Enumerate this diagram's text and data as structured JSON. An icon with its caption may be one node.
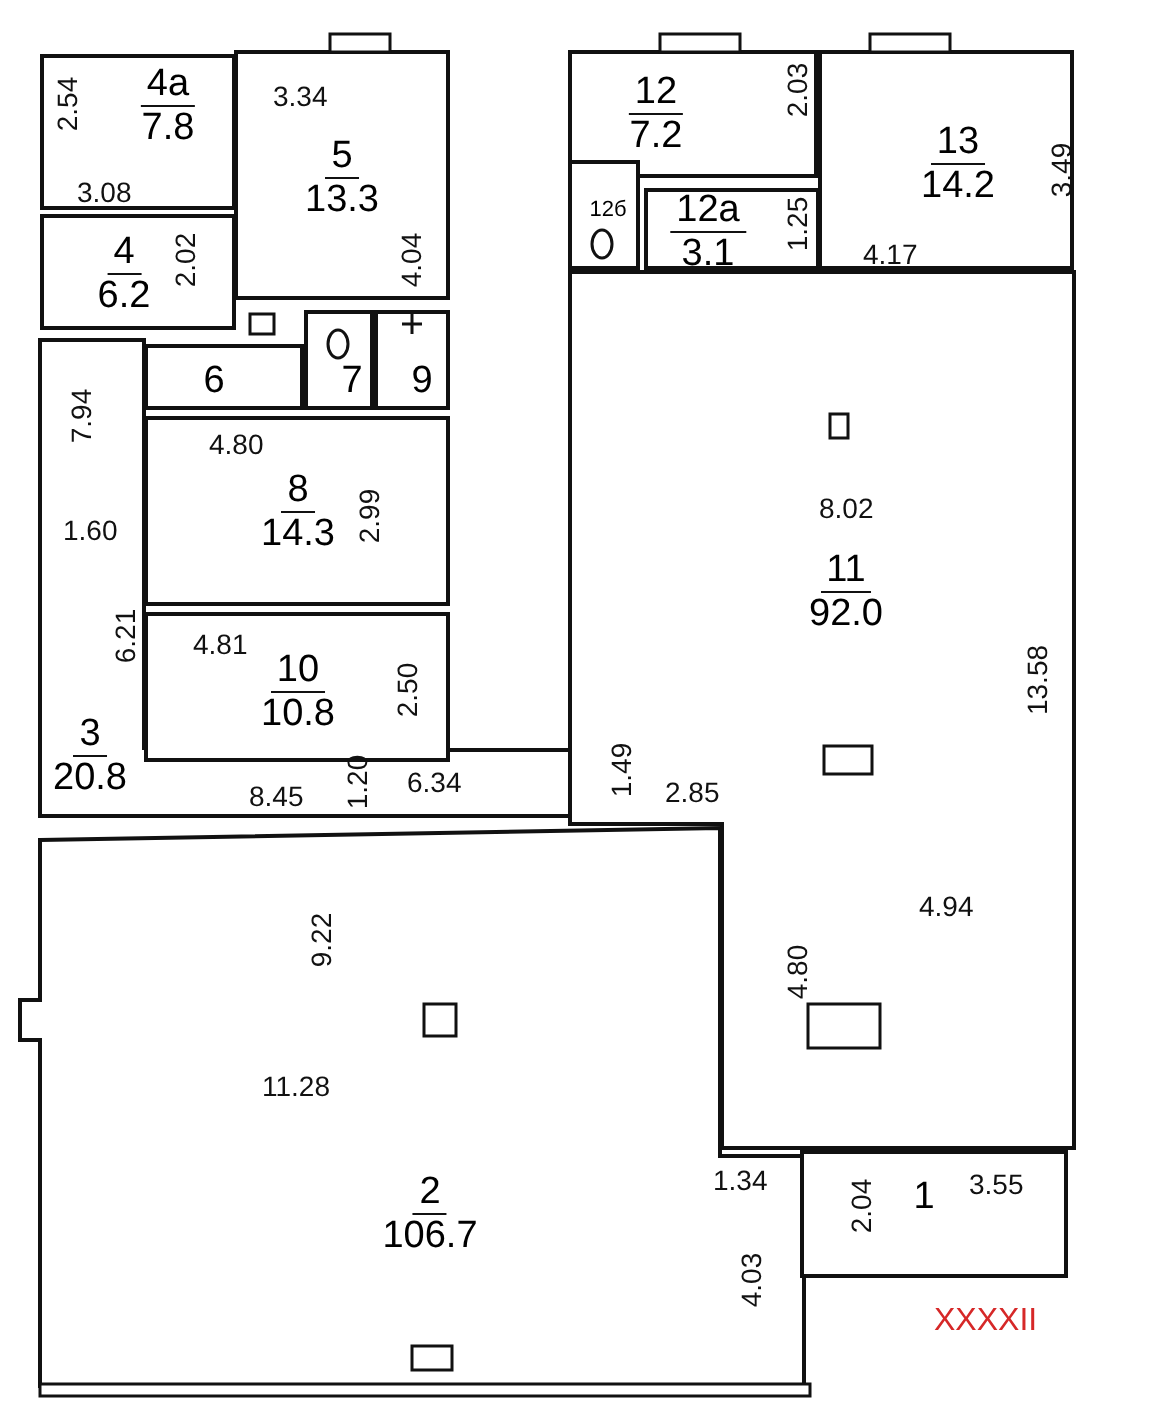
{
  "diagram": {
    "nodes": [
      {
        "text": [
          "4а",
          "7.8"
        ]
      },
      {
        "text": [
          "5",
          "13.3"
        ]
      },
      {
        "text": [
          "4",
          "6.2"
        ]
      },
      {
        "text": [
          "6"
        ]
      },
      {
        "text": [
          "7"
        ]
      },
      {
        "text": [
          "9"
        ]
      },
      {
        "text": [
          "8",
          "14.3"
        ]
      },
      {
        "text": [
          "3",
          "20.8"
        ]
      },
      {
        "text": [
          "10",
          "10.8"
        ]
      },
      {
        "text": [
          "12",
          "7.2"
        ]
      },
      {
        "text": [
          "12б"
        ]
      },
      {
        "text": [
          "12а",
          "3.1"
        ]
      },
      {
        "text": [
          "13",
          "14.2"
        ]
      },
      {
        "text": [
          "11",
          "92.0"
        ]
      },
      {
        "text": [
          "2",
          "106.7"
        ]
      },
      {
        "text": [
          "1"
        ]
      }
    ],
    "labels": [
      "2.54",
      "3.08",
      "3.34",
      "4.04",
      "2.02",
      "7.94",
      "4.80",
      "2.99",
      "1.60",
      "6.21",
      "4.81",
      "2.50",
      "1.20",
      "6.34",
      "8.45",
      "2.03",
      "1.25",
      "3.49",
      "4.17",
      "8.02",
      "13.58",
      "1.49",
      "2.85",
      "4.94",
      "9.22",
      "4.80",
      "11.28",
      "1.34",
      "3.55",
      "2.04",
      "4.03",
      "XXXXII"
    ]
  }
}
